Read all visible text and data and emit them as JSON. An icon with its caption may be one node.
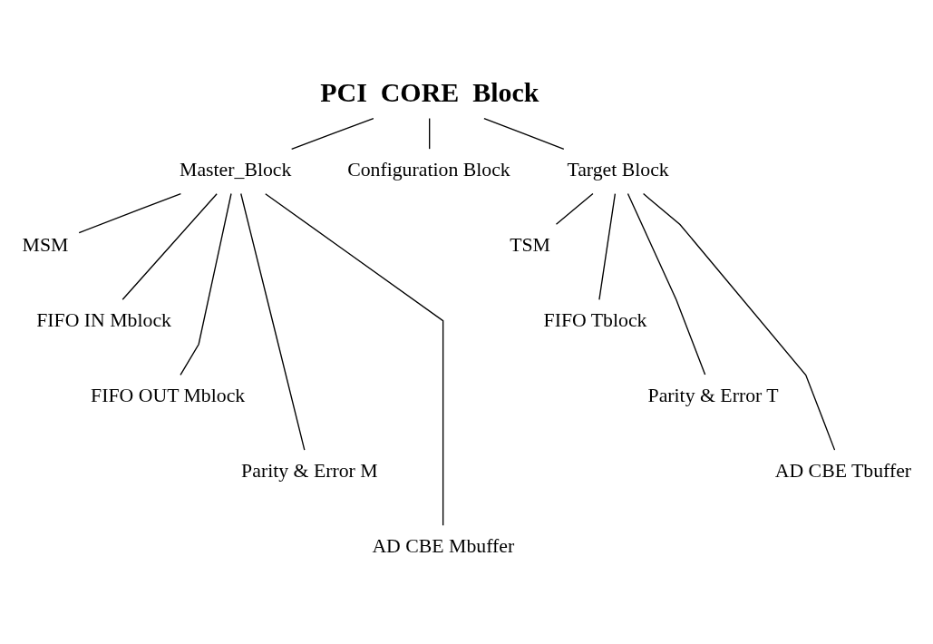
{
  "diagram": {
    "nodes": [
      {
        "text": [
          "PCI  CORE  Block"
        ]
      },
      {
        "text": [
          "Master_Block"
        ]
      },
      {
        "text": [
          "Configuration Block"
        ]
      },
      {
        "text": [
          "Target Block"
        ]
      },
      {
        "text": [
          "MSM"
        ]
      },
      {
        "text": [
          "FIFO IN Mblock"
        ]
      },
      {
        "text": [
          "FIFO OUT Mblock"
        ]
      },
      {
        "text": [
          "Parity & Error M"
        ]
      },
      {
        "text": [
          "AD CBE Mbuffer"
        ]
      },
      {
        "text": [
          "TSM"
        ]
      },
      {
        "text": [
          "FIFO Tblock"
        ]
      },
      {
        "text": [
          "Parity & Error T"
        ]
      },
      {
        "text": [
          "AD CBE Tbuffer"
        ]
      }
    ],
    "edges": [
      {
        "from": 0,
        "to": 1,
        "arrow": "none"
      },
      {
        "from": 0,
        "to": 2,
        "arrow": "none"
      },
      {
        "from": 0,
        "to": 3,
        "arrow": "none"
      },
      {
        "from": 1,
        "to": 4,
        "arrow": "none"
      },
      {
        "from": 1,
        "to": 5,
        "arrow": "none"
      },
      {
        "from": 1,
        "to": 6,
        "arrow": "none"
      },
      {
        "from": 1,
        "to": 7,
        "arrow": "none"
      },
      {
        "from": 1,
        "to": 8,
        "arrow": "none"
      },
      {
        "from": 3,
        "to": 9,
        "arrow": "none"
      },
      {
        "from": 3,
        "to": 10,
        "arrow": "none"
      },
      {
        "from": 3,
        "to": 11,
        "arrow": "none"
      },
      {
        "from": 3,
        "to": 12,
        "arrow": "none"
      }
    ]
  }
}
